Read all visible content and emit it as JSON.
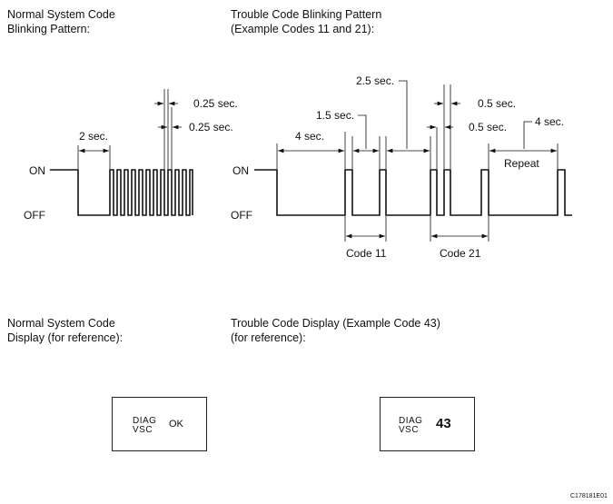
{
  "headings": {
    "normal_pattern": [
      "Normal System Code",
      "Blinking Pattern:"
    ],
    "trouble_pattern": [
      "Trouble Code Blinking Pattern",
      "(Example Codes 11 and 21):"
    ],
    "normal_display": [
      "Normal System Code",
      "Display (for reference):"
    ],
    "trouble_display": [
      "Trouble Code Display (Example Code 43)",
      "(for reference):"
    ]
  },
  "labels": {
    "on": "ON",
    "off": "OFF",
    "two_sec": "2 sec.",
    "quarter_sec_a": "0.25 sec.",
    "quarter_sec_b": "0.25 sec.",
    "four_sec": "4 sec.",
    "one_half_sec": "1.5 sec.",
    "two_half_sec": "2.5 sec.",
    "half_sec_a": "0.5 sec.",
    "half_sec_b": "0.5 sec.",
    "four_sec_b": "4 sec.",
    "repeat": "Repeat",
    "code11": "Code 11",
    "code21": "Code 21"
  },
  "displays": {
    "normal": {
      "line1": "DIAG",
      "line2": "VSC",
      "value": "OK"
    },
    "trouble": {
      "line1": "DIAG",
      "line2": "VSC",
      "value": "43"
    }
  },
  "figure_id": "C178181E01"
}
